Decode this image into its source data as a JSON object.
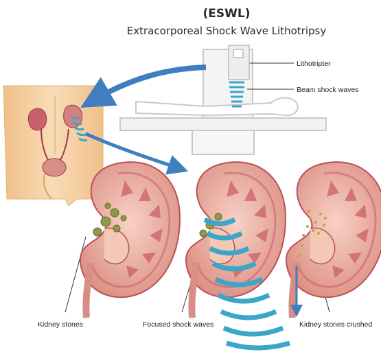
{
  "title": "(ESWL)",
  "subtitle": "Extracorporeal Shock Wave Lithotripsy",
  "labels": {
    "lithotripter": "Lithotripter",
    "beam": "Beam shock waves",
    "stones": "Kidney stones",
    "focused": "Focused shock waves",
    "crushed": "Kidney stones crushed"
  },
  "colors": {
    "wave": "#3aa6c9",
    "arrow": "#3f7fbf",
    "kidney": "#e9b1a1",
    "kidney_dark": "#c0525a",
    "stone": "#8c9a4a",
    "skin": "#f3cfa3"
  }
}
